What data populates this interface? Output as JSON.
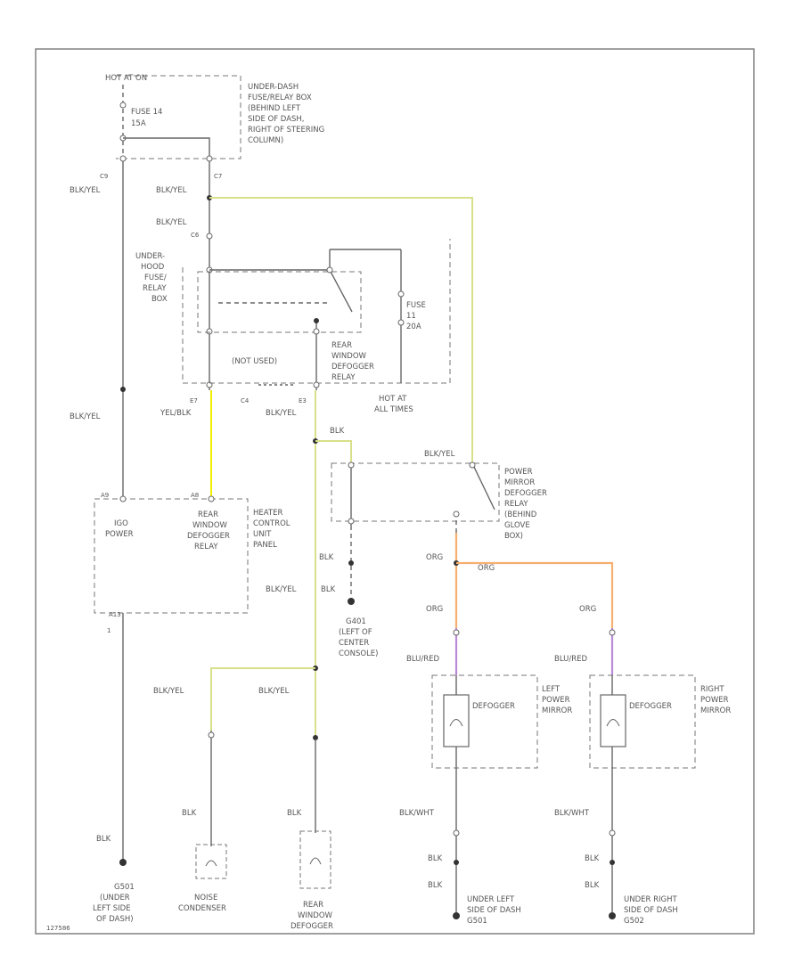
{
  "colors": {
    "yellow": "#f2f000",
    "yellow_green": "#d8e08a",
    "orange": "#f5b070",
    "violet": "#b98ad6",
    "wire": "#666666"
  },
  "labels": {
    "hot_at_on": "HOT AT ON",
    "fuse14": "FUSE 14",
    "fuse14_amp": "15A",
    "fuse_box_1": "UNDER-DASH",
    "fuse_box_2": "FUSE/RELAY BOX",
    "fuse_box_3": "(BEHIND LEFT",
    "fuse_box_4": "SIDE OF DASH,",
    "fuse_box_5": "RIGHT OF STEERING",
    "fuse_box_6": "COLUMN)",
    "pin_c9_left": "C9",
    "pin_c7": "C7",
    "blk_yel_1": "BLK/YEL",
    "blk_yel_2": "BLK/YEL",
    "blk_yel_3": "BLK/YEL",
    "pin_c6": "C6",
    "uhfr_1": "UNDER-",
    "uhfr_2": "HOOD",
    "uhfr_3": "FUSE/",
    "uhfr_4": "RELAY",
    "uhfr_5": "BOX",
    "fuse11": "FUSE",
    "fuse11_num": "11",
    "fuse11_amp": "20A",
    "rear_relay_1": "REAR",
    "rear_relay_2": "WINDOW",
    "rear_relay_3": "DEFOGGER",
    "rear_relay_4": "RELAY",
    "not_used": "(NOT USED)",
    "hot_at_1": "HOT AT",
    "hot_at_2": "ALL TIMES",
    "pin_e7": "E7",
    "yel_blk": "YEL/BLK",
    "pin_c4": "C4",
    "pin_e3": "E3",
    "blk_yel_4": "BLK/YEL",
    "blk_yel_5": "BLK/YEL",
    "blk_top": "BLK",
    "blk_yel_6": "BLK/YEL",
    "pmdr_1": "POWER",
    "pmdr_2": "MIRROR",
    "pmdr_3": "DEFOGGER",
    "pmdr_4": "RELAY",
    "pmdr_5": "(BEHIND",
    "pmdr_6": "GLOVE",
    "pmdr_7": "BOX)",
    "pin_a9": "A9",
    "pin_a8": "A8",
    "igo_1": "IGO",
    "igo_2": "POWER",
    "hc_1": "REAR",
    "hc_2": "WINDOW",
    "hc_3": "DEFOGGER",
    "hc_4": "RELAY",
    "hcu_1": "HEATER",
    "hcu_2": "CONTROL",
    "hcu_3": "UNIT",
    "hcu_4": "PANEL",
    "pin_a13": "A13",
    "pin_1": "1",
    "blk_mid": "BLK",
    "org_1": "ORG",
    "org_2": "ORG",
    "org_3": "ORG",
    "org_4": "ORG",
    "blk_yel_7": "BLK/YEL",
    "blk_mid2": "BLK",
    "g401_1": "G401",
    "g401_2": "(LEFT OF",
    "g401_3": "CENTER",
    "g401_4": "CONSOLE)",
    "blu_red_1": "BLU/RED",
    "blu_red_2": "BLU/RED",
    "blk_yel_8": "BLK/YEL",
    "blk_yel_9": "BLK/YEL",
    "defogger_left": "DEFOGGER",
    "defogger_right": "DEFOGGER",
    "lpm_1": "LEFT",
    "lpm_2": "POWER",
    "lpm_3": "MIRROR",
    "rpm_1": "RIGHT",
    "rpm_2": "POWER",
    "rpm_3": "MIRROR",
    "blk_a": "BLK",
    "blk_b": "BLK",
    "blk_c": "BLK",
    "blk_wht_1": "BLK/WHT",
    "blk_wht_2": "BLK/WHT",
    "blk_d": "BLK",
    "blk_e": "BLK",
    "blk_f": "BLK",
    "blk_g": "BLK",
    "g501_1": "G501",
    "g501_2": "(UNDER",
    "g501_3": "LEFT SIDE",
    "g501_4": "OF DASH)",
    "noise_1": "NOISE",
    "noise_2": "CONDENSER",
    "rwd_1": "REAR",
    "rwd_2": "WINDOW",
    "rwd_3": "DEFOGGER",
    "ul_1": "UNDER LEFT",
    "ul_2": "SIDE OF DASH",
    "ul_3": "G501",
    "ur_1": "UNDER RIGHT",
    "ur_2": "SIDE OF DASH",
    "ur_3": "G502",
    "footer": "127586"
  }
}
